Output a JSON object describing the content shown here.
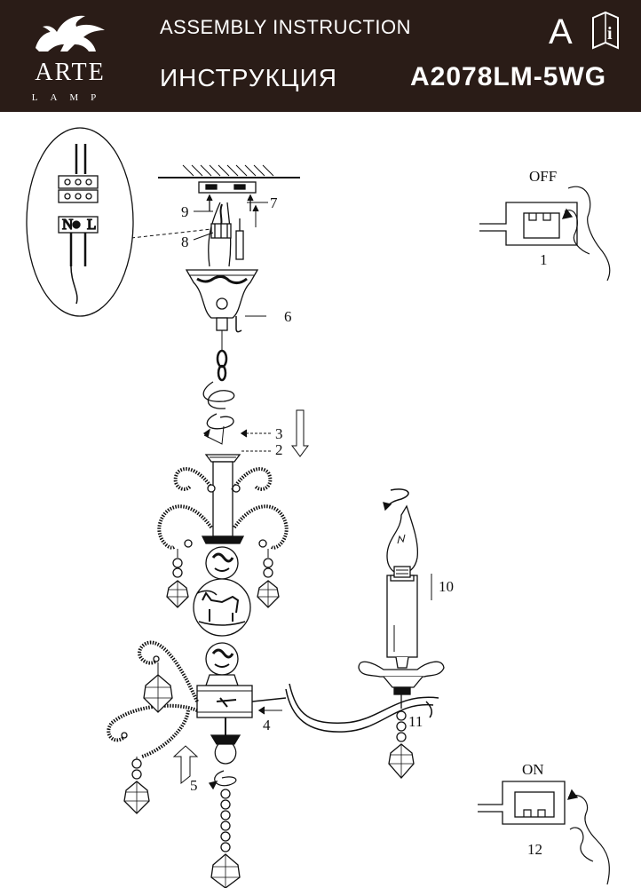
{
  "header": {
    "brand": "ARTE",
    "brand_sub": "LAMP",
    "title_en": "ASSEMBLY INSTRUCTION",
    "title_ru": "ИНСТРУКЦИЯ",
    "model": "A2078LM-5WG",
    "lang_letter": "A",
    "info_glyph": "i"
  },
  "switch_off": {
    "label": "OFF",
    "step": "1"
  },
  "switch_on": {
    "label": "ON",
    "step": "12"
  },
  "terminal": {
    "n": "N",
    "l": "L"
  },
  "steps": {
    "s2": "2",
    "s3": "3",
    "s4": "4",
    "s5": "5",
    "s6": "6",
    "s7": "7",
    "s8": "8",
    "s9": "9",
    "s10": "10",
    "s11": "11"
  },
  "colors": {
    "header_bg": "#2a1c17",
    "line": "#111111"
  }
}
